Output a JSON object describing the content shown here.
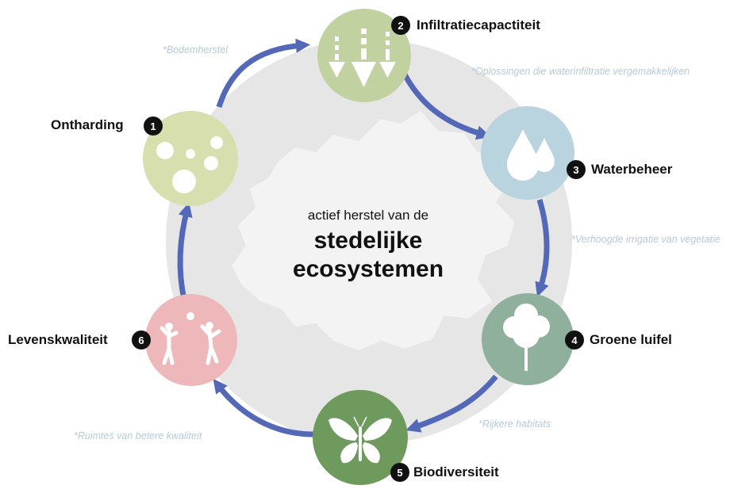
{
  "center": {
    "subtitle": "actief herstel van de",
    "title_line1": "stedelijke",
    "title_line2": "ecosystemen"
  },
  "steps": [
    {
      "number": "1",
      "label": "Ontharding",
      "color": "#d6dfad",
      "icon": "pebbles-icon"
    },
    {
      "number": "2",
      "label": "Infiltratiecapactiteit",
      "color": "#c2d1a0",
      "icon": "infiltration-arrows-icon"
    },
    {
      "number": "3",
      "label": "Waterbeheer",
      "color": "#b9d3df",
      "icon": "water-drops-icon"
    },
    {
      "number": "4",
      "label": "Groene luifel",
      "color": "#8fb09d",
      "icon": "tree-icon"
    },
    {
      "number": "5",
      "label": "Biodiversiteit",
      "color": "#6e9a5d",
      "icon": "butterfly-icon"
    },
    {
      "number": "6",
      "label": "Levenskwaliteit",
      "color": "#eeb8bb",
      "icon": "people-playing-icon"
    }
  ],
  "notes": {
    "n1": "*Bodemherstel",
    "n2": "*Oplossingen die waterinfiltratie vergemakkelijken",
    "n3": "*Verhoogde irrigatie van vegetatie",
    "n4": "*Rijkere habitats",
    "n5": "*Ruimtes van betere kwaliteit"
  },
  "colors": {
    "arrow": "#5468b8",
    "background_disc": "#e6e6e6",
    "map": "#f3f3f3",
    "note_text": "#b7cad9",
    "badge": "#111111"
  }
}
